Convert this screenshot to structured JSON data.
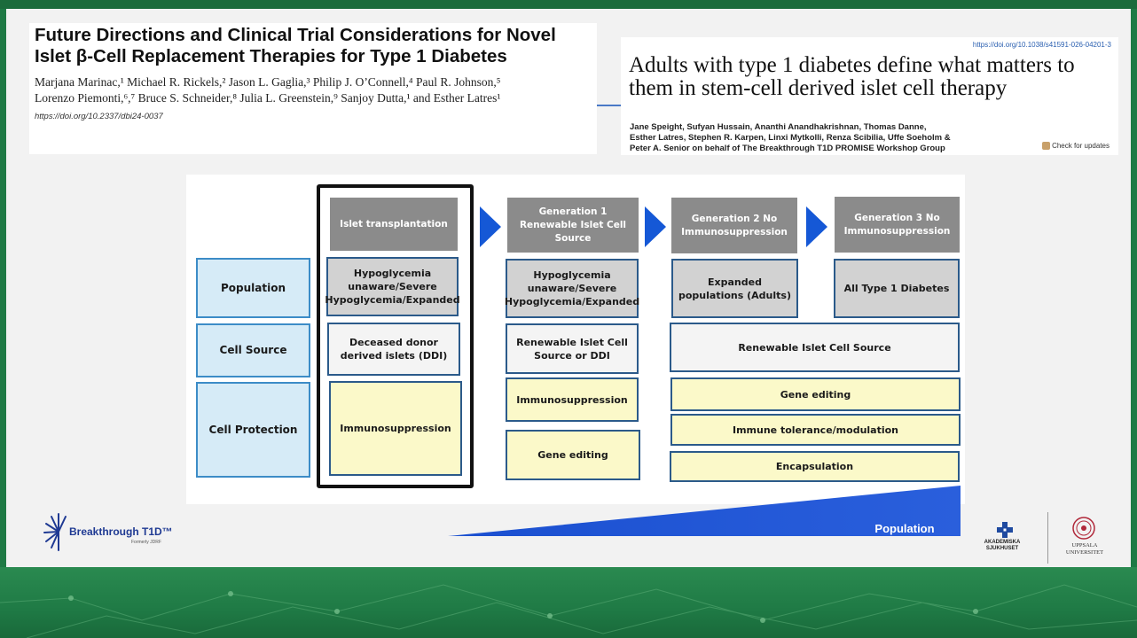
{
  "paper_left": {
    "title": "Future Directions and Clinical Trial Considerations for Novel Islet β-Cell Replacement Therapies for Type 1 Diabetes",
    "authors_line1": "Marjana Marinac,¹ Michael R. Rickels,² Jason L. Gaglia,³ Philip J. O’Connell,⁴ Paul R. Johnson,⁵",
    "authors_line2": "Lorenzo Piemonti,⁶,⁷ Bruce S. Schneider,⁸ Julia L. Greenstein,⁹ Sanjoy Dutta,¹ and Esther Latres¹",
    "doi": "https://doi.org/10.2337/dbi24-0037"
  },
  "paper_right": {
    "doi": "https://doi.org/10.1038/s41591-026-04201-3",
    "title": "Adults with type 1 diabetes define what matters to them in stem-cell derived islet cell therapy",
    "authors_line1": "Jane Speight, Sufyan Hussain, Ananthi Anandhakrishnan, Thomas Danne,",
    "authors_line2": "Esther Latres, Stephen R. Karpen, Linxi Mytkolli, Renza Scibilia, Uffe Soeholm &",
    "authors_line3": "Peter A. Senior on behalf of The Breakthrough T1D PROMISE Workshop Group",
    "check_updates": "Check for updates"
  },
  "diagram": {
    "row_labels": [
      "Population",
      "Cell Source",
      "Cell Protection"
    ],
    "headers": [
      "Islet transplantation",
      "Generation 1 Renewable Islet Cell Source",
      "Generation 2      No Immunosuppression",
      "Generation 3      No Immunosuppression"
    ],
    "col0": {
      "population": "Hypoglycemia unaware/Severe Hypoglycemia/Expanded",
      "cell_source": "Deceased donor derived islets (DDI)",
      "protection": "Immunosuppression"
    },
    "col1": {
      "population": "Hypoglycemia unaware/Severe Hypoglycemia/Expanded",
      "cell_source": "Renewable Islet Cell Source or DDI",
      "protection_1": "Immunosuppression",
      "protection_2": "Gene editing"
    },
    "col2": {
      "population": "Expanded populations (Adults)"
    },
    "col3": {
      "population": "All Type 1 Diabetes"
    },
    "shared": {
      "cell_source": "Renewable Islet Cell Source",
      "protection_1": "Gene editing",
      "protection_2": "Immune tolerance/modulation",
      "protection_3": "Encapsulation"
    },
    "wedge_label": "Population",
    "colors": {
      "arrow": "#1558d6",
      "wedge": "#1a4fd0",
      "header": "#8b8b8b",
      "border": "#2b5a8a"
    }
  },
  "footer": {
    "breakthrough_name": "Breakthrough T1D™",
    "breakthrough_sub": "Formerly JDRF",
    "akademiska": "AKADEMISKA SJUKHUSET",
    "uppsala": "UPPSALA UNIVERSITET"
  }
}
